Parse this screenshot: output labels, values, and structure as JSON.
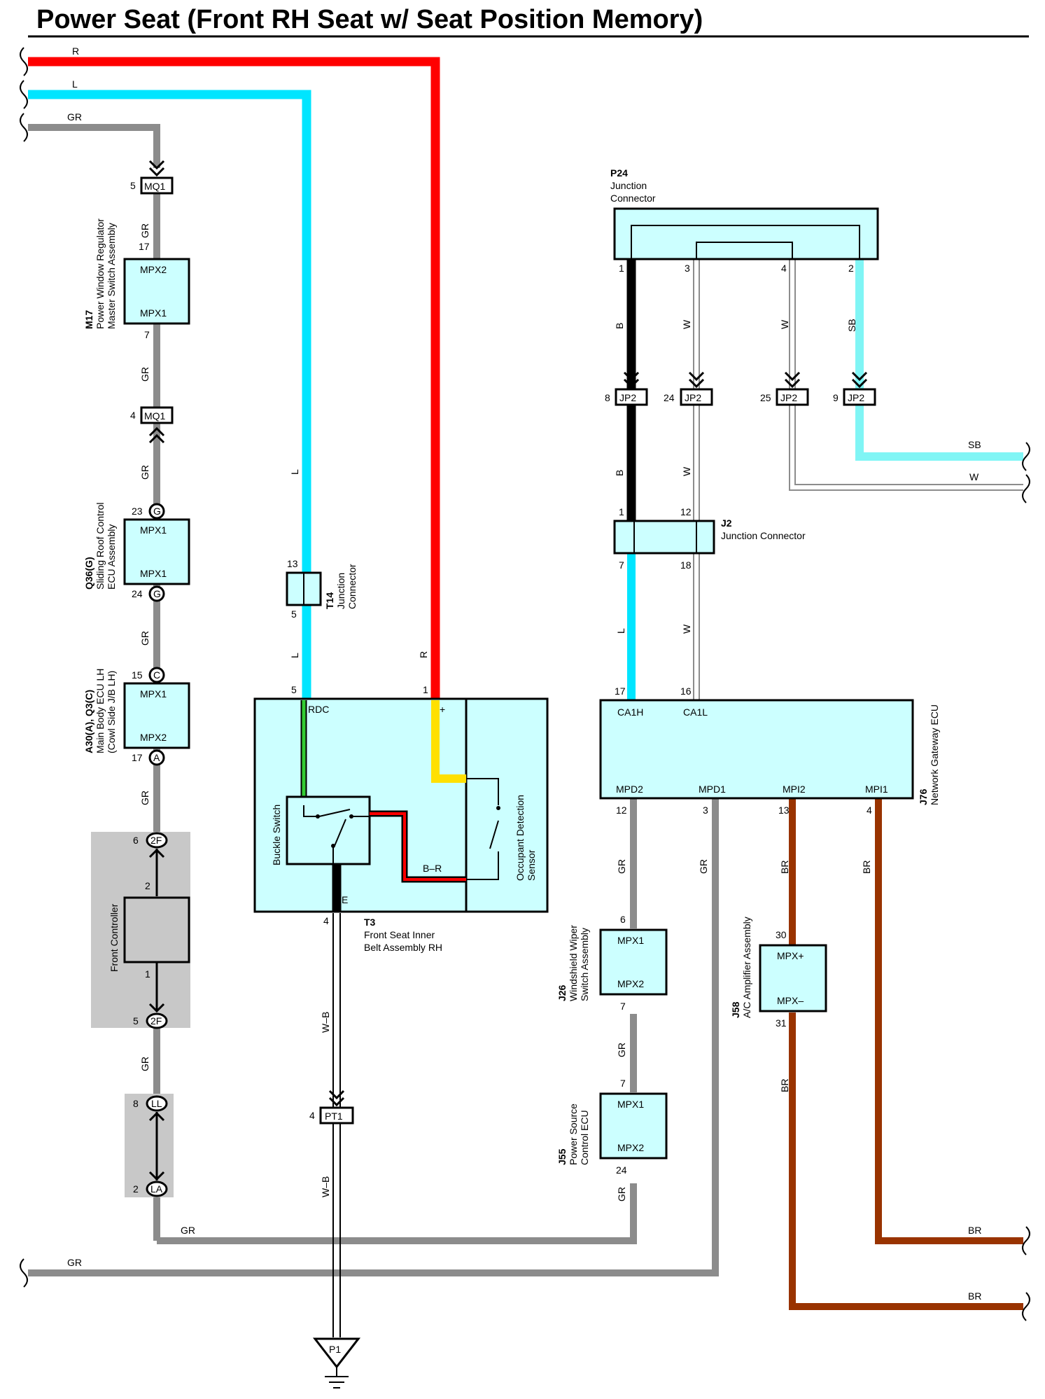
{
  "title": "Power Seat (Front RH Seat w/ Seat Position Memory)",
  "colors": {
    "red": "#ff0000",
    "blue_l": "#00e5ff",
    "sky_sb": "#80f5f5",
    "gray": "#8c8c8c",
    "white_w": "#ffffff",
    "black": "#000000",
    "yellow": "#ffe000",
    "green": "#33cc33",
    "brown": "#993300",
    "box_fill": "#ccffff",
    "gray_box": "#c8c8c8"
  },
  "wires": {
    "R": "R",
    "L": "L",
    "GR": "GR",
    "B": "B",
    "W": "W",
    "SB": "SB",
    "BR": "BR",
    "Y": "Y",
    "BG": "B–G",
    "BR_red": "B–R",
    "WB": "W–B"
  },
  "components": {
    "M17": {
      "code": "M17",
      "name1": "Power Window Regulator",
      "name2": "Master Switch Assembly",
      "pin_top": "17",
      "pin_bot": "7",
      "term_top": "MPX2",
      "term_bot": "MPX1"
    },
    "MQ1a": {
      "label": "MQ1",
      "pin": "5"
    },
    "MQ1b": {
      "label": "MQ1",
      "pin": "4"
    },
    "Q36": {
      "code": "Q36(G)",
      "name1": "Sliding Roof Control",
      "name2": "ECU Assembly",
      "pin_top": "23",
      "pin_bot": "24",
      "conn": "G",
      "term_top": "MPX1",
      "term_bot": "MPX1"
    },
    "A30": {
      "code": "A30(A), Q3(C)",
      "name1": "Main Body ECU LH",
      "name2": "(Cowl Side J/B LH)",
      "pin_top": "15",
      "pin_bot": "17",
      "conn_top": "C",
      "conn_bot": "A",
      "term_top": "MPX1",
      "term_bot": "MPX2"
    },
    "FC": {
      "name": "Front Controller",
      "pin_top": "2",
      "pin_bot": "1",
      "conn_top": "2F",
      "conn_bot": "2F",
      "ext_top": "6",
      "ext_bot": "5"
    },
    "LL": {
      "label": "LL",
      "pin": "8"
    },
    "LA": {
      "label": "LA",
      "pin": "2"
    },
    "T14": {
      "code": "T14",
      "name1": "Junction",
      "name2": "Connector",
      "pin_top": "13",
      "pin_bot": "5"
    },
    "T3": {
      "code": "T3",
      "name1": "Front Seat Inner",
      "name2": "Belt Assembly RH",
      "pin5": "5",
      "pin1": "1",
      "pin4": "4",
      "rdc": "RDC",
      "plus": "+",
      "e": "E",
      "buckle": "Buckle Switch",
      "occ1": "Occupant Detection",
      "occ2": "Sensor"
    },
    "PT1": {
      "label": "PT1",
      "pin": "4"
    },
    "P1": {
      "label": "P1"
    },
    "P24": {
      "code": "P24",
      "name1": "Junction",
      "name2": "Connector",
      "p1": "1",
      "p3": "3",
      "p4": "4",
      "p2": "2"
    },
    "JP2": [
      {
        "label": "JP2",
        "pin": "8"
      },
      {
        "label": "JP2",
        "pin": "24"
      },
      {
        "label": "JP2",
        "pin": "25"
      },
      {
        "label": "JP2",
        "pin": "9"
      }
    ],
    "J2": {
      "code": "J2",
      "name": "Junction Connector",
      "p1": "1",
      "p12": "12",
      "p7": "7",
      "p18": "18"
    },
    "J76": {
      "code": "J76",
      "name": "Network Gateway ECU",
      "p17": "17",
      "p16": "16",
      "ca1h": "CA1H",
      "ca1l": "CA1L",
      "mpd2": "MPD2",
      "mpd1": "MPD1",
      "mpi2": "MPI2",
      "mpi1": "MPI1",
      "p12": "12",
      "p3": "3",
      "p13": "13",
      "p4": "4"
    },
    "J26": {
      "code": "J26",
      "name1": "Windshield Wiper",
      "name2": "Switch Assembly",
      "pin_top": "6",
      "pin_bot": "7",
      "term_top": "MPX1",
      "term_bot": "MPX2"
    },
    "J55": {
      "code": "J55",
      "name1": "Power Source",
      "name2": "Control ECU",
      "pin_top": "7",
      "pin_bot": "24",
      "term_top": "MPX1",
      "term_bot": "MPX2"
    },
    "J58": {
      "code": "J58",
      "name": "A/C Amplifier Assembly",
      "pin_top": "30",
      "pin_bot": "31",
      "term_top": "MPX+",
      "term_bot": "MPX–"
    }
  }
}
